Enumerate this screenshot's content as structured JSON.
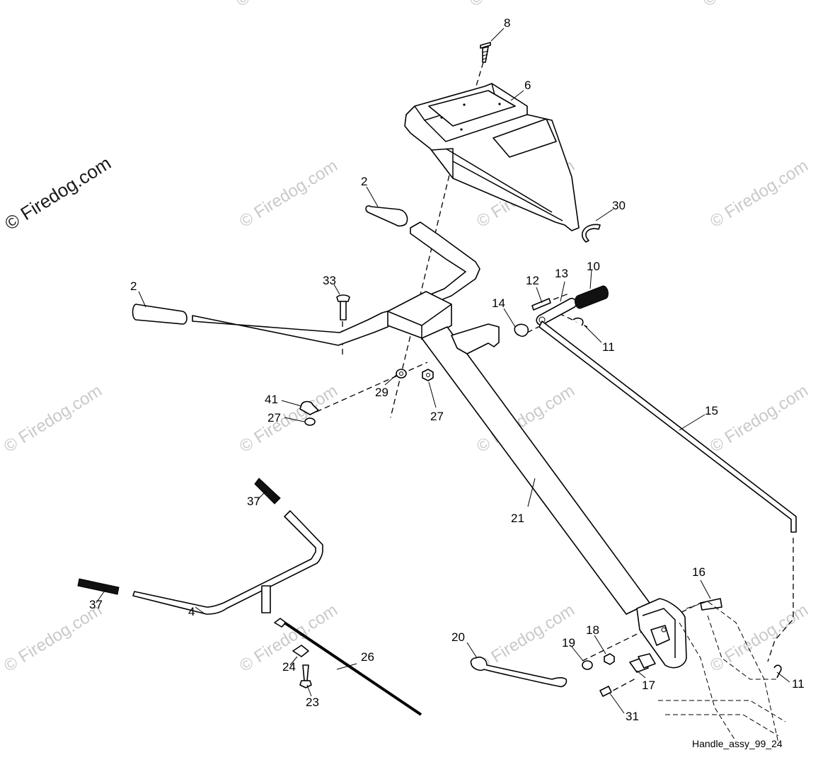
{
  "watermark": {
    "main": "© Firedog.com",
    "faint": "© Firedog.com"
  },
  "caption": "Handle_assy_99_24",
  "callouts": {
    "c8": "8",
    "c6": "6",
    "c30": "30",
    "c2a": "2",
    "c2b": "2",
    "c33": "33",
    "c12": "12",
    "c13": "13",
    "c10": "10",
    "c14": "14",
    "c11a": "11",
    "c41": "41",
    "c27a": "27",
    "c29": "29",
    "c27b": "27",
    "c15": "15",
    "c37a": "37",
    "c21": "21",
    "c37b": "37",
    "c4": "4",
    "c16": "16",
    "c20": "20",
    "c18": "18",
    "c19": "19",
    "c26": "26",
    "c24": "24",
    "c17": "17",
    "c11b": "11",
    "c23": "23",
    "c31": "31"
  }
}
